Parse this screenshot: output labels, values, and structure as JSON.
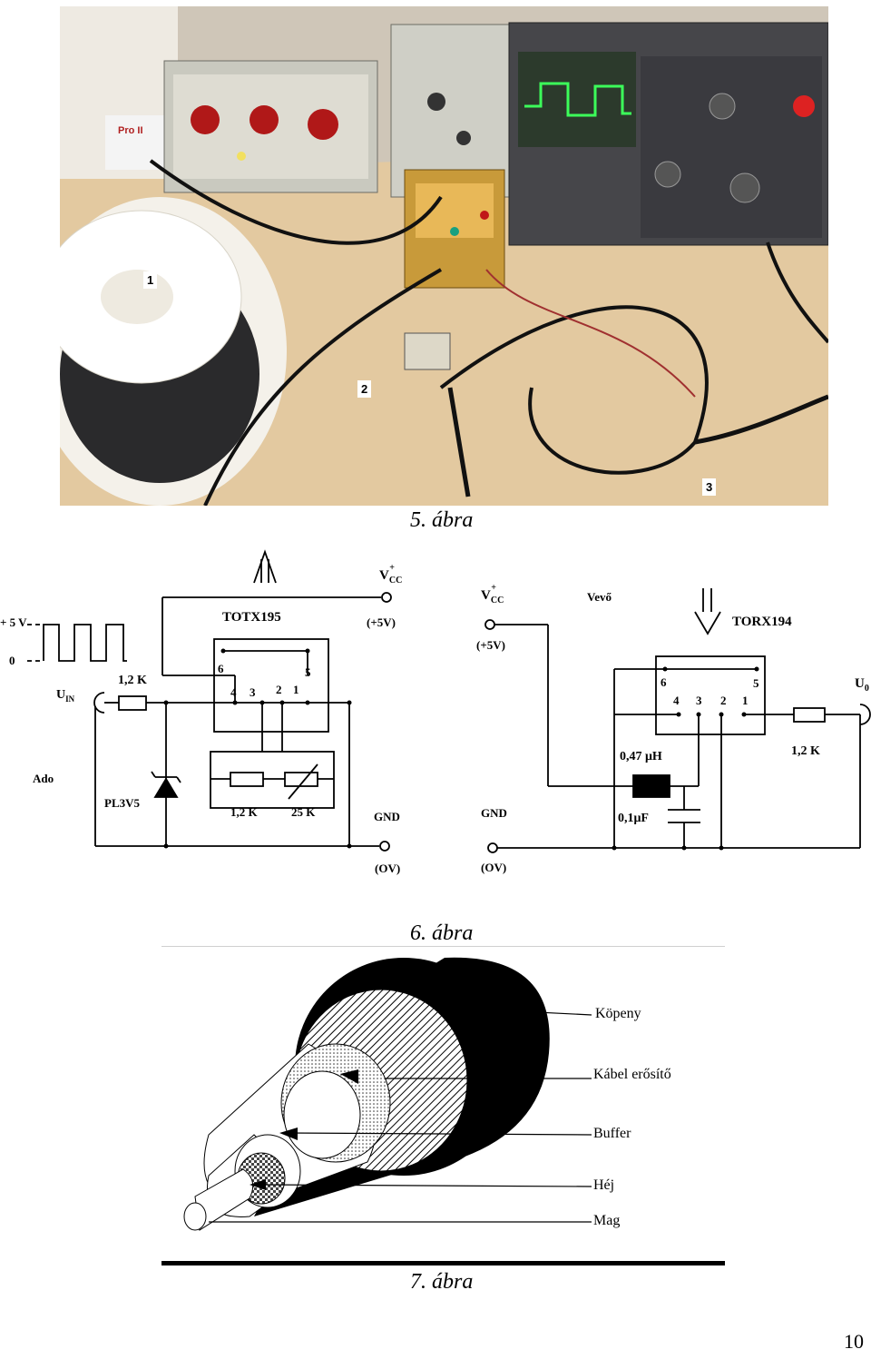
{
  "figure5": {
    "caption": "5. ábra",
    "labels": [
      "1",
      "2",
      "3"
    ]
  },
  "figure6": {
    "caption": "6. ábra",
    "tx": {
      "chip": "TOTX195",
      "vcc": "V",
      "vcc_sub": "CC",
      "vcc_sup": "+",
      "plus5v": "(+5V)",
      "gnd": "GND",
      "ov": "(OV)",
      "signal_high": "+ 5 V",
      "signal_low": "0",
      "uin": "U",
      "uin_sub": "IN",
      "r1": "1,2 K",
      "r2": "1,2 K",
      "pot": "25 K",
      "zener": "PL3V5",
      "side_label": "Ado",
      "pins": [
        "6",
        "4",
        "3",
        "2",
        "1",
        "5"
      ]
    },
    "rx": {
      "chip": "TORX194",
      "title": "Vevő",
      "vcc": "V",
      "vcc_sub": "CC",
      "vcc_sup": "+",
      "plus5v": "(+5V)",
      "gnd": "GND",
      "ov": "(OV)",
      "inductor": "0,47 μH",
      "capacitor": "0,1μF",
      "r": "1,2 K",
      "uo": "U",
      "uo_sub": "0",
      "pins": [
        "6",
        "4",
        "3",
        "2",
        "1",
        "5"
      ]
    }
  },
  "figure7": {
    "caption": "7. ábra",
    "layers": [
      "Köpeny",
      "Kábel erősítő",
      "Buffer",
      "Héj",
      "Mag"
    ]
  },
  "page_number": "10"
}
